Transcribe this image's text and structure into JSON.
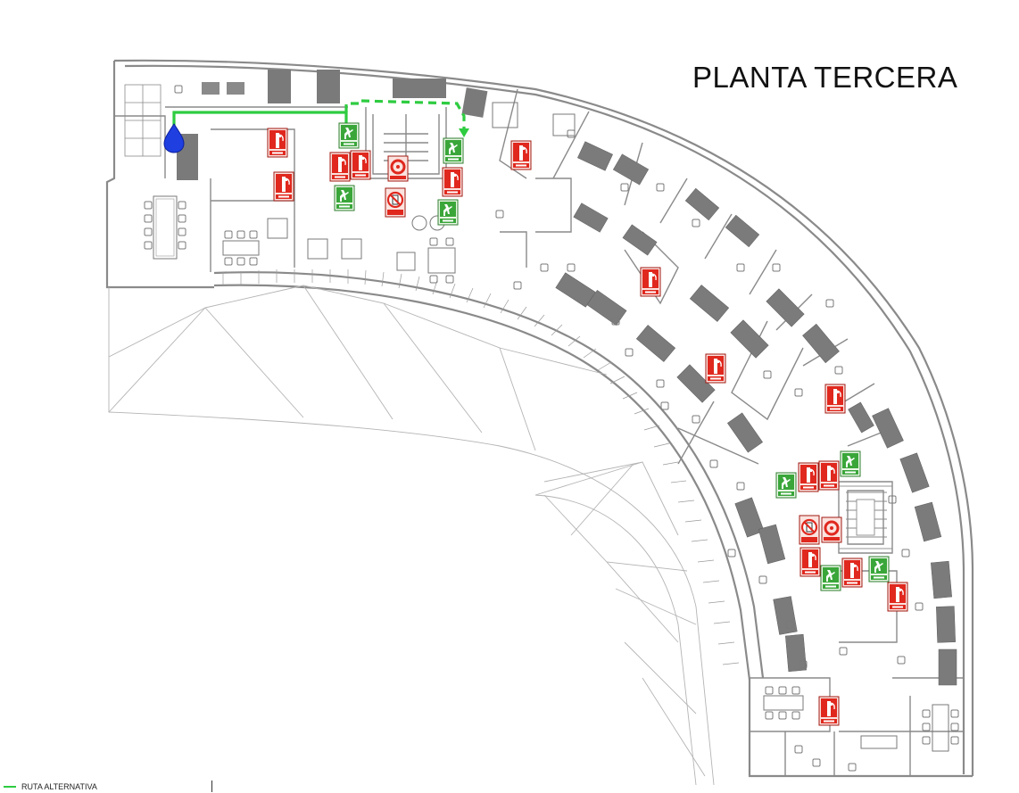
{
  "title": "PLANTA TERCERA",
  "legend": {
    "items": [
      {
        "label": "RUTA ALTERNATIVA",
        "color": "#2ecc40"
      }
    ]
  },
  "signs": {
    "exit_label": "SALIDA",
    "extinguisher_label": "EXTINTOR"
  },
  "colors": {
    "route": "#2ecc40",
    "exit_sign": "#3aa63a",
    "fire_sign": "#e0281e",
    "you_are_here": "#1f3fe0",
    "walls": "#8a8a8a",
    "furniture": "#6e6e6e"
  },
  "markers": [
    {
      "type": "you-are-here-icon",
      "label": ""
    }
  ]
}
